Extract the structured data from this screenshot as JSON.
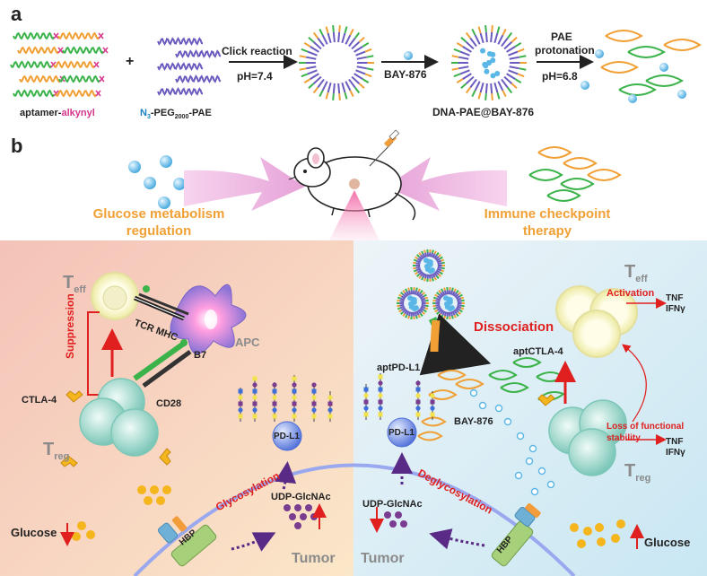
{
  "panels": {
    "a": "a",
    "b": "b"
  },
  "panel_a": {
    "aptamer_prefix": "aptamer-",
    "aptamer_suffix": "alkynyl",
    "plus": "+",
    "n3_label_N": "N",
    "n3_label_3": "3",
    "peg_middle": "-PEG",
    "peg_sub": "2000",
    "peg_end": "-PAE",
    "n3_tag": "N3",
    "click_reaction": "Click reaction",
    "ph74": "pH=7.4",
    "bay_label": "BAY-876",
    "complex_label": "DNA-PAE@BAY-876",
    "pae_protonation_1": "PAE",
    "pae_protonation_2": "protonation",
    "ph68": "pH=6.8"
  },
  "panel_b_top": {
    "glucose_metabolism_1": "Glucose metabolism",
    "glucose_metabolism_2": "regulation",
    "immune_checkpoint_1": "Immune checkpoint",
    "immune_checkpoint_2": "therapy"
  },
  "left_panel": {
    "teff_T": "T",
    "teff_sub": "eff",
    "treg_T": "T",
    "treg_sub": "reg",
    "suppression": "Suppression",
    "tcr_mhc": "TCR MHC",
    "apc": "APC",
    "b7": "B7",
    "cd28": "CD28",
    "ctla4": "CTLA-4",
    "pdl1": "PD-L1",
    "glycosylation": "Glycosylation",
    "udp": "UDP-GlcNAc",
    "glucose": "Glucose",
    "hbp": "HBP",
    "tumor": "Tumor"
  },
  "right_panel": {
    "teff_T": "T",
    "teff_sub": "eff",
    "treg_T": "T",
    "treg_sub": "reg",
    "activation": "Activation",
    "tnf": "TNF",
    "ifng": "IFNγ",
    "dissociation": "Dissociation",
    "aptctla4": "aptCTLA-4",
    "aptpdl1": "aptPD-L1",
    "bay": "BAY-876",
    "loss_1": "Loss of functional",
    "loss_2": "stability",
    "tnf2": "TNF",
    "ifng2": "IFNγ",
    "pdl1": "PD-L1",
    "deglycosylation": "Deglycosylation",
    "udp": "UDP-GlcNAc",
    "glucose": "Glucose",
    "hbp": "HBP",
    "tumor": "Tumor"
  },
  "colors": {
    "green_strand": "#3bb34a",
    "orange_strand": "#f0a035",
    "purple_strand": "#6a5cbf",
    "alkynyl": "#d6338a",
    "bay_blue": "#5ab6e6",
    "red": "#e01f1f",
    "left_bg": "#f6d0c4",
    "right_bg": "#dceef6",
    "cell_yellow": "#f6f3b6",
    "cell_teal": "#aee0d6",
    "apc_purple": "#8b74d6",
    "glucose_orange": "#f5b51c",
    "udp_purple": "#7a3c8f",
    "tumor_blue": "#7a8ee0"
  }
}
